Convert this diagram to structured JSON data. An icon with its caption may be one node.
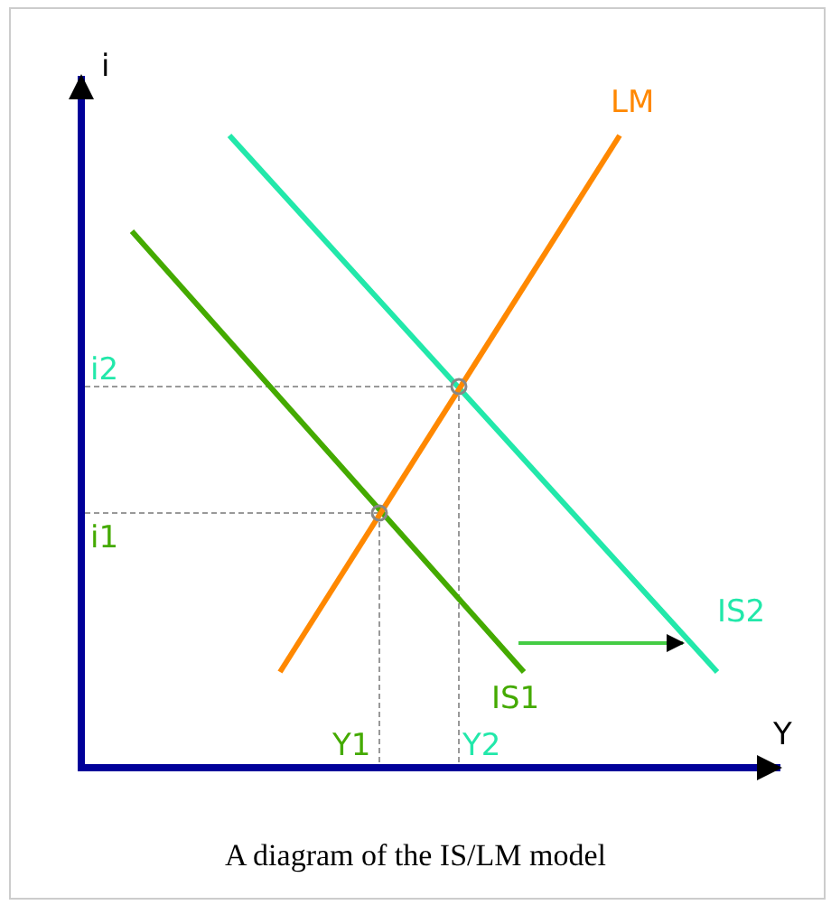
{
  "diagram": {
    "caption": "A diagram of the IS/LM model",
    "labels": [
      "i",
      "LM",
      "i2",
      "i1",
      "IS2",
      "IS1",
      "Y",
      "Y1",
      "Y2"
    ]
  }
}
